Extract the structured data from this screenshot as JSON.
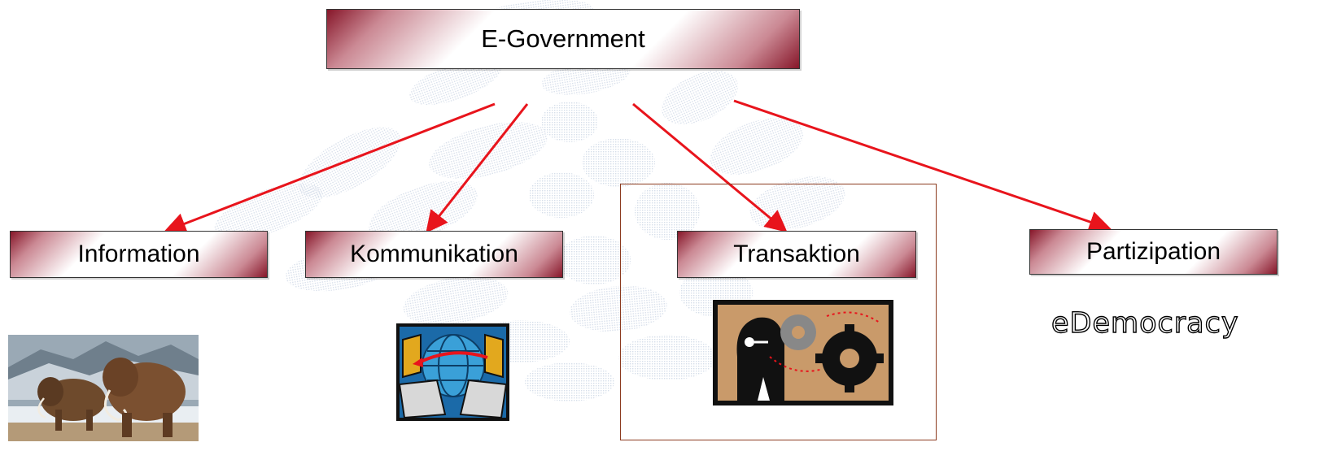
{
  "diagram": {
    "root": "E-Government",
    "children": [
      {
        "id": "information",
        "label": "Information"
      },
      {
        "id": "kommunikation",
        "label": "Kommunikation"
      },
      {
        "id": "transaktion",
        "label": "Transaktion"
      },
      {
        "id": "partizipation",
        "label": "Partizipation"
      }
    ],
    "partizipation_note": "eDemocracy"
  },
  "colors": {
    "arrow": "#e8141c",
    "box_gradient": "#8a0f24",
    "frame": "#8b3a1e",
    "pattern": "#c9d3e3"
  },
  "icons": {
    "information": "mammoth-image",
    "kommunikation": "network-computers-icon",
    "transaktion": "person-gears-icon"
  }
}
